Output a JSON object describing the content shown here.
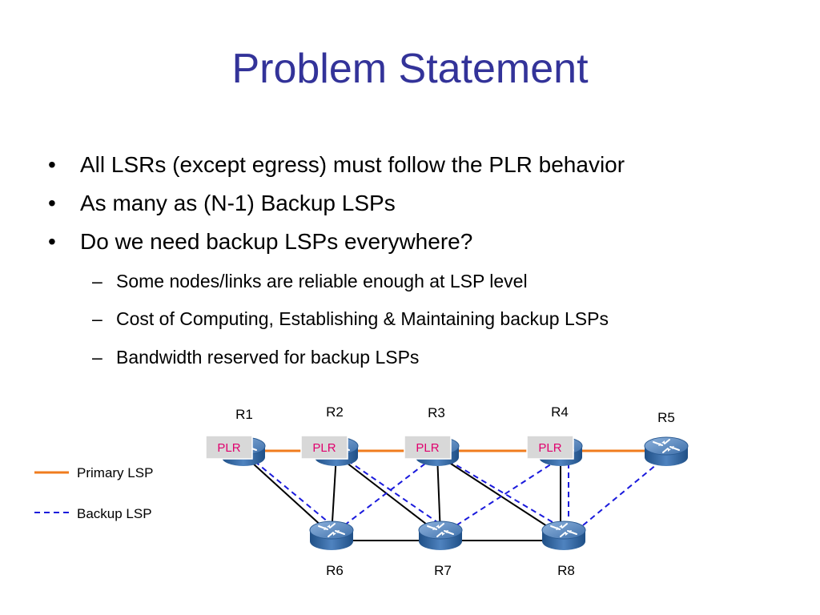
{
  "title": "Problem Statement",
  "bullets": [
    "All LSRs (except egress) must follow the PLR behavior",
    "As many as (N-1) Backup LSPs",
    "Do we need backup LSPs everywhere?"
  ],
  "sub_bullets": [
    "Some nodes/links are reliable enough at LSP level",
    "Cost of Computing, Establishing & Maintaining backup LSPs",
    "Bandwidth reserved for backup LSPs"
  ],
  "bullet_symbol": "•",
  "sub_bullet_symbol": "–",
  "nodes": {
    "r1": "R1",
    "r2": "R2",
    "r3": "R3",
    "r4": "R4",
    "r5": "R5",
    "r6": "R6",
    "r7": "R7",
    "r8": "R8"
  },
  "plr_label": "PLR",
  "legend": {
    "primary": "Primary LSP",
    "backup": "Backup LSP"
  },
  "colors": {
    "title": "#333399",
    "primary_lsp": "#f07c1e",
    "backup_lsp": "#1a1adc",
    "plr_text": "#e0006e",
    "plr_bg": "#d8d8d8",
    "router_body": "#3d6faa"
  },
  "icons": {
    "router": "router-icon"
  }
}
